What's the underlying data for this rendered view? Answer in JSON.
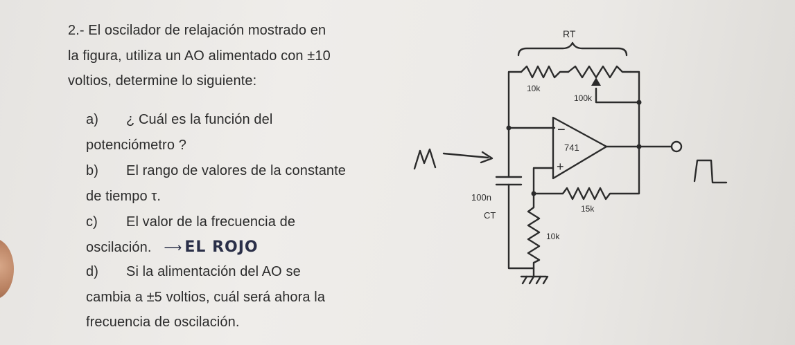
{
  "problem": {
    "lines": [
      "2.- El oscilador de relajación mostrado en",
      "la figura, utiliza un AO alimentado con ±10",
      "voltios, determine lo siguiente:"
    ],
    "items": [
      {
        "letter": "a)",
        "lines": [
          "¿ Cuál es la función del",
          "potenciómetro ?"
        ]
      },
      {
        "letter": "b)",
        "lines": [
          "El rango de valores de la constante",
          "de tiempo τ."
        ]
      },
      {
        "letter": "c)",
        "lines": [
          "El valor de la frecuencia de",
          "oscilación."
        ]
      },
      {
        "letter": "d)",
        "lines": [
          "Si la alimentación del AO se",
          "cambia a ±5 voltios, cuál será ahora la",
          "frecuencia de oscilación."
        ]
      }
    ],
    "handwritten_note": "EL ROJO"
  },
  "circuit": {
    "potentiometer_label": "RT",
    "r_fixed_label": "10k",
    "pot_label": "100k",
    "opamp_label": "741",
    "opamp_minus": "−",
    "opamp_plus": "+",
    "cap_value": "100n",
    "cap_label": "CT",
    "r_feedback_label": "15k",
    "r_ground_label": "10k"
  },
  "colors": {
    "ink": "#2b2b2b",
    "handwriting": "#2a2f48"
  }
}
